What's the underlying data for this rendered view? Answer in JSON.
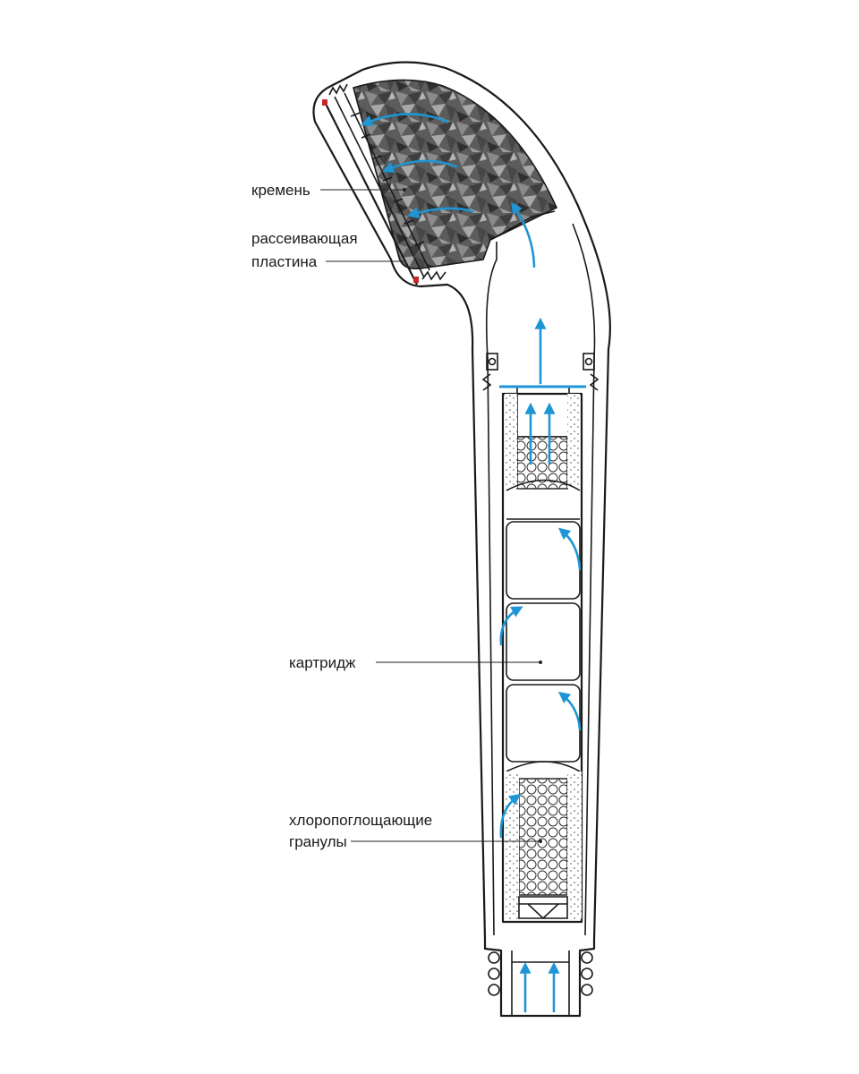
{
  "labels": {
    "flint": "кремень",
    "diffuser_1": "рассеивающая",
    "diffuser_2": "пластина",
    "cartridge": "картридж",
    "granules_1": "хлоропоглощающие",
    "granules_2": "гранулы"
  },
  "colors": {
    "outline": "#1a1a1a",
    "water_arrow": "#1e95d4",
    "flint_fill": "#5a5a5a",
    "seal": "#c62828",
    "o_ring": "#1e95d4"
  }
}
